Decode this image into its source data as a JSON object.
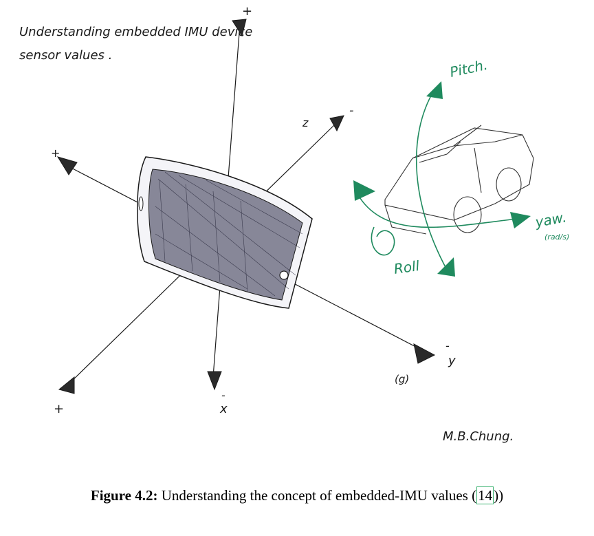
{
  "sketch": {
    "title_line1": "Understanding embedded IMU device",
    "title_line2": "sensor values .",
    "axis_marks": {
      "top_plus": "+",
      "z_label": "z",
      "z_minus": "-",
      "left_plus": "+",
      "bottom_left_plus": "+",
      "bottom_minus": "-",
      "bottom_x": "x",
      "right_minus": "-",
      "right_y": "y",
      "right_g": "(g)"
    },
    "car_labels": {
      "pitch": "Pitch.",
      "yaw": "yaw.",
      "yaw_unit": "(rad/s)",
      "roll": "Roll"
    },
    "signature": "M.B.Chung."
  },
  "caption": {
    "label": "Figure 4.2:",
    "text": "Understanding the concept of embedded-IMU values (",
    "cite": "14",
    "close": "))"
  },
  "colors": {
    "ink": "#1a1a1a",
    "green": "#1f8a5e",
    "cite_box": "#3cb371"
  }
}
